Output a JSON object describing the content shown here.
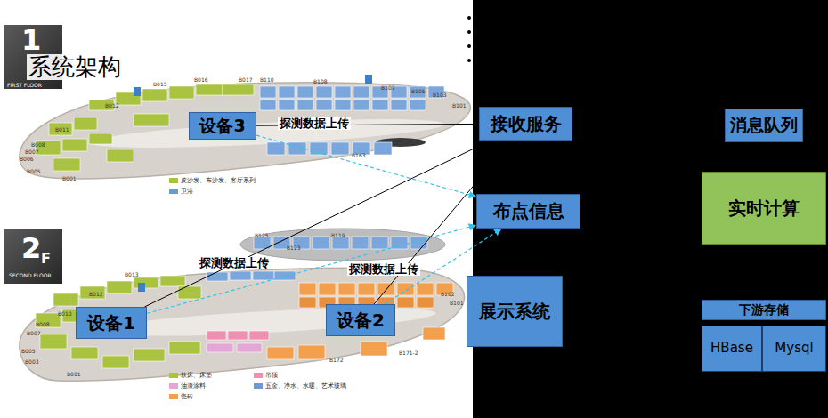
{
  "diagram": {
    "title": "系统架构",
    "nodes": [
      {
        "text": [
          "设备3"
        ]
      },
      {
        "text": [
          "接收服务"
        ]
      },
      {
        "text": [
          "消息队列"
        ]
      },
      {
        "text": [
          "实时计算"
        ]
      },
      {
        "text": [
          "布点信息"
        ]
      },
      {
        "text": [
          "设备1"
        ]
      },
      {
        "text": [
          "设备2"
        ]
      },
      {
        "text": [
          "展示系统"
        ]
      },
      {
        "text": [
          "下游存储"
        ]
      },
      {
        "text": [
          "HBase"
        ]
      },
      {
        "text": [
          "Mysql"
        ]
      }
    ],
    "edges": [
      {
        "from": 0,
        "to": 1,
        "label": "探测数据上传",
        "arrow": "none"
      },
      {
        "from": 5,
        "to": 1,
        "label": "探测数据上传",
        "arrow": "none"
      },
      {
        "from": 6,
        "to": 1,
        "label": "探测数据上传",
        "arrow": "none"
      },
      {
        "from": 0,
        "to": 4,
        "arrow": "to"
      },
      {
        "from": 5,
        "to": 4,
        "arrow": "to"
      },
      {
        "from": 6,
        "to": 4,
        "arrow": "to"
      }
    ],
    "labels": [
      "1",
      "FIRST FLOOR",
      "2",
      "F",
      "SECOND FLOOR",
      "B016",
      "B015",
      "B017",
      "B110",
      "B108",
      "B107",
      "B105",
      "B103",
      "B101",
      "B012",
      "B011",
      "B008",
      "B007",
      "B006",
      "B005",
      "B001",
      "B163",
      "B125",
      "B123",
      "B119",
      "B013",
      "B012",
      "B010",
      "B008",
      "B007",
      "B005",
      "B003",
      "B001",
      "B102",
      "B101",
      "B172",
      "B171-2"
    ],
    "legend": [
      {
        "text": "皮沙发、布沙发、客厅系列",
        "color": "#a9c23f"
      },
      {
        "text": "卫浴",
        "color": "#6b9bd2"
      },
      {
        "text": "软床、床垫",
        "color": "#a9c23f"
      },
      {
        "text": "吊顶",
        "color": "#ef8fb2"
      },
      {
        "text": "油漆涂料",
        "color": "#e3a6d6"
      },
      {
        "text": "五金、净水、水暖、艺术玻璃",
        "color": "#6b9bd2"
      },
      {
        "text": "瓷砖",
        "color": "#f2a04e"
      }
    ]
  }
}
